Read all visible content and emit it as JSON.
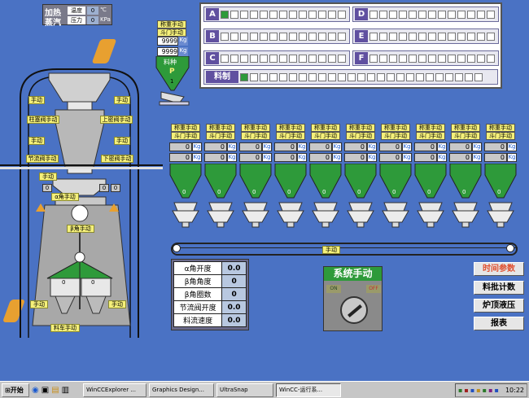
{
  "steam": {
    "title_1": "加热",
    "title_2": "蒸汽",
    "temp_label": "温度",
    "temp_value": "0",
    "temp_unit": "℃",
    "press_label": "压力",
    "press_value": "0",
    "press_unit": "KPa"
  },
  "top_feeder": {
    "label_a": "称重手动",
    "label_b": "斗门手动",
    "weight": "9999",
    "unit": "Kg",
    "weight2": "9999",
    "unit2": "Kg",
    "material_label": "料种",
    "material_code": "P",
    "material_num": "1"
  },
  "bins": [
    {
      "letter": "A"
    },
    {
      "letter": "B"
    },
    {
      "letter": "C"
    },
    {
      "letter": "D"
    },
    {
      "letter": "E"
    },
    {
      "letter": "F"
    }
  ],
  "material_system": {
    "label": "料制"
  },
  "valves": {
    "upper_left": "手动",
    "upper_right": "手动",
    "seal_left": "柱塞阀手动",
    "seal_right": "上密阀手动",
    "lower_left": "手动",
    "lower_right": "手动",
    "throttle": "节流阀手动",
    "lower_seal": "下密阀手动",
    "mid_label": "手动",
    "alpha_label": "α角手动",
    "beta_label": "β角手动",
    "left_val": "0",
    "right_val": "0",
    "right_val2": "0"
  },
  "bottom": {
    "left_manual": "手动",
    "right_manual": "手动",
    "car_manual": "料车手动",
    "hopper_left": "0",
    "hopper_right": "0"
  },
  "weighers": [
    {
      "label_a": "称重手动",
      "label_b": "斗门手动",
      "v1": "0",
      "v2": "0",
      "unit": "Kg",
      "bottom": "0"
    },
    {
      "label_a": "称重手动",
      "label_b": "斗门手动",
      "v1": "0",
      "v2": "0",
      "unit": "Kg",
      "bottom": "0"
    },
    {
      "label_a": "称重手动",
      "label_b": "斗门手动",
      "v1": "0",
      "v2": "0",
      "unit": "Kg",
      "bottom": "0"
    },
    {
      "label_a": "称重手动",
      "label_b": "斗门手动",
      "v1": "0",
      "v2": "0",
      "unit": "Kg",
      "bottom": "0"
    },
    {
      "label_a": "称重手动",
      "label_b": "斗门手动",
      "v1": "0",
      "v2": "0",
      "unit": "Kg",
      "bottom": "0"
    },
    {
      "label_a": "称重手动",
      "label_b": "斗门手动",
      "v1": "0",
      "v2": "0",
      "unit": "Kg",
      "bottom": "0"
    },
    {
      "label_a": "称重手动",
      "label_b": "斗门手动",
      "v1": "0",
      "v2": "0",
      "unit": "Kg",
      "bottom": "0"
    },
    {
      "label_a": "称重手动",
      "label_b": "斗门手动",
      "v1": "0",
      "v2": "0",
      "unit": "Kg",
      "bottom": "0"
    },
    {
      "label_a": "称重手动",
      "label_b": "斗门手动",
      "v1": "0",
      "v2": "0",
      "unit": "Kg",
      "bottom": "0"
    },
    {
      "label_a": "称重手动",
      "label_b": "斗门手动",
      "v1": "0",
      "v2": "0",
      "unit": "Kg",
      "bottom": "0"
    }
  ],
  "conveyor": {
    "label": "手动"
  },
  "params": [
    {
      "label": "α角开度",
      "value": "0.0"
    },
    {
      "label": "β角角度",
      "value": "0"
    },
    {
      "label": "β角圈数",
      "value": "0"
    },
    {
      "label": "节流阀开度",
      "value": "0.0"
    },
    {
      "label": "料流速度",
      "value": "0.0"
    }
  ],
  "system_manual": {
    "title": "系统手动",
    "on": "ON",
    "off": "OFF"
  },
  "side_buttons": [
    {
      "label": "时间参数",
      "color": "#e05030"
    },
    {
      "label": "料批计数",
      "color": "#000000"
    },
    {
      "label": "炉顶液压",
      "color": "#000000"
    },
    {
      "label": "报表",
      "color": "#000000"
    }
  ],
  "taskbar": {
    "start": "开始",
    "items": [
      "WinCCExplorer ...",
      "Graphics Design...",
      "UltraSnap",
      "WinCC-运行系..."
    ],
    "clock": "10:22"
  }
}
